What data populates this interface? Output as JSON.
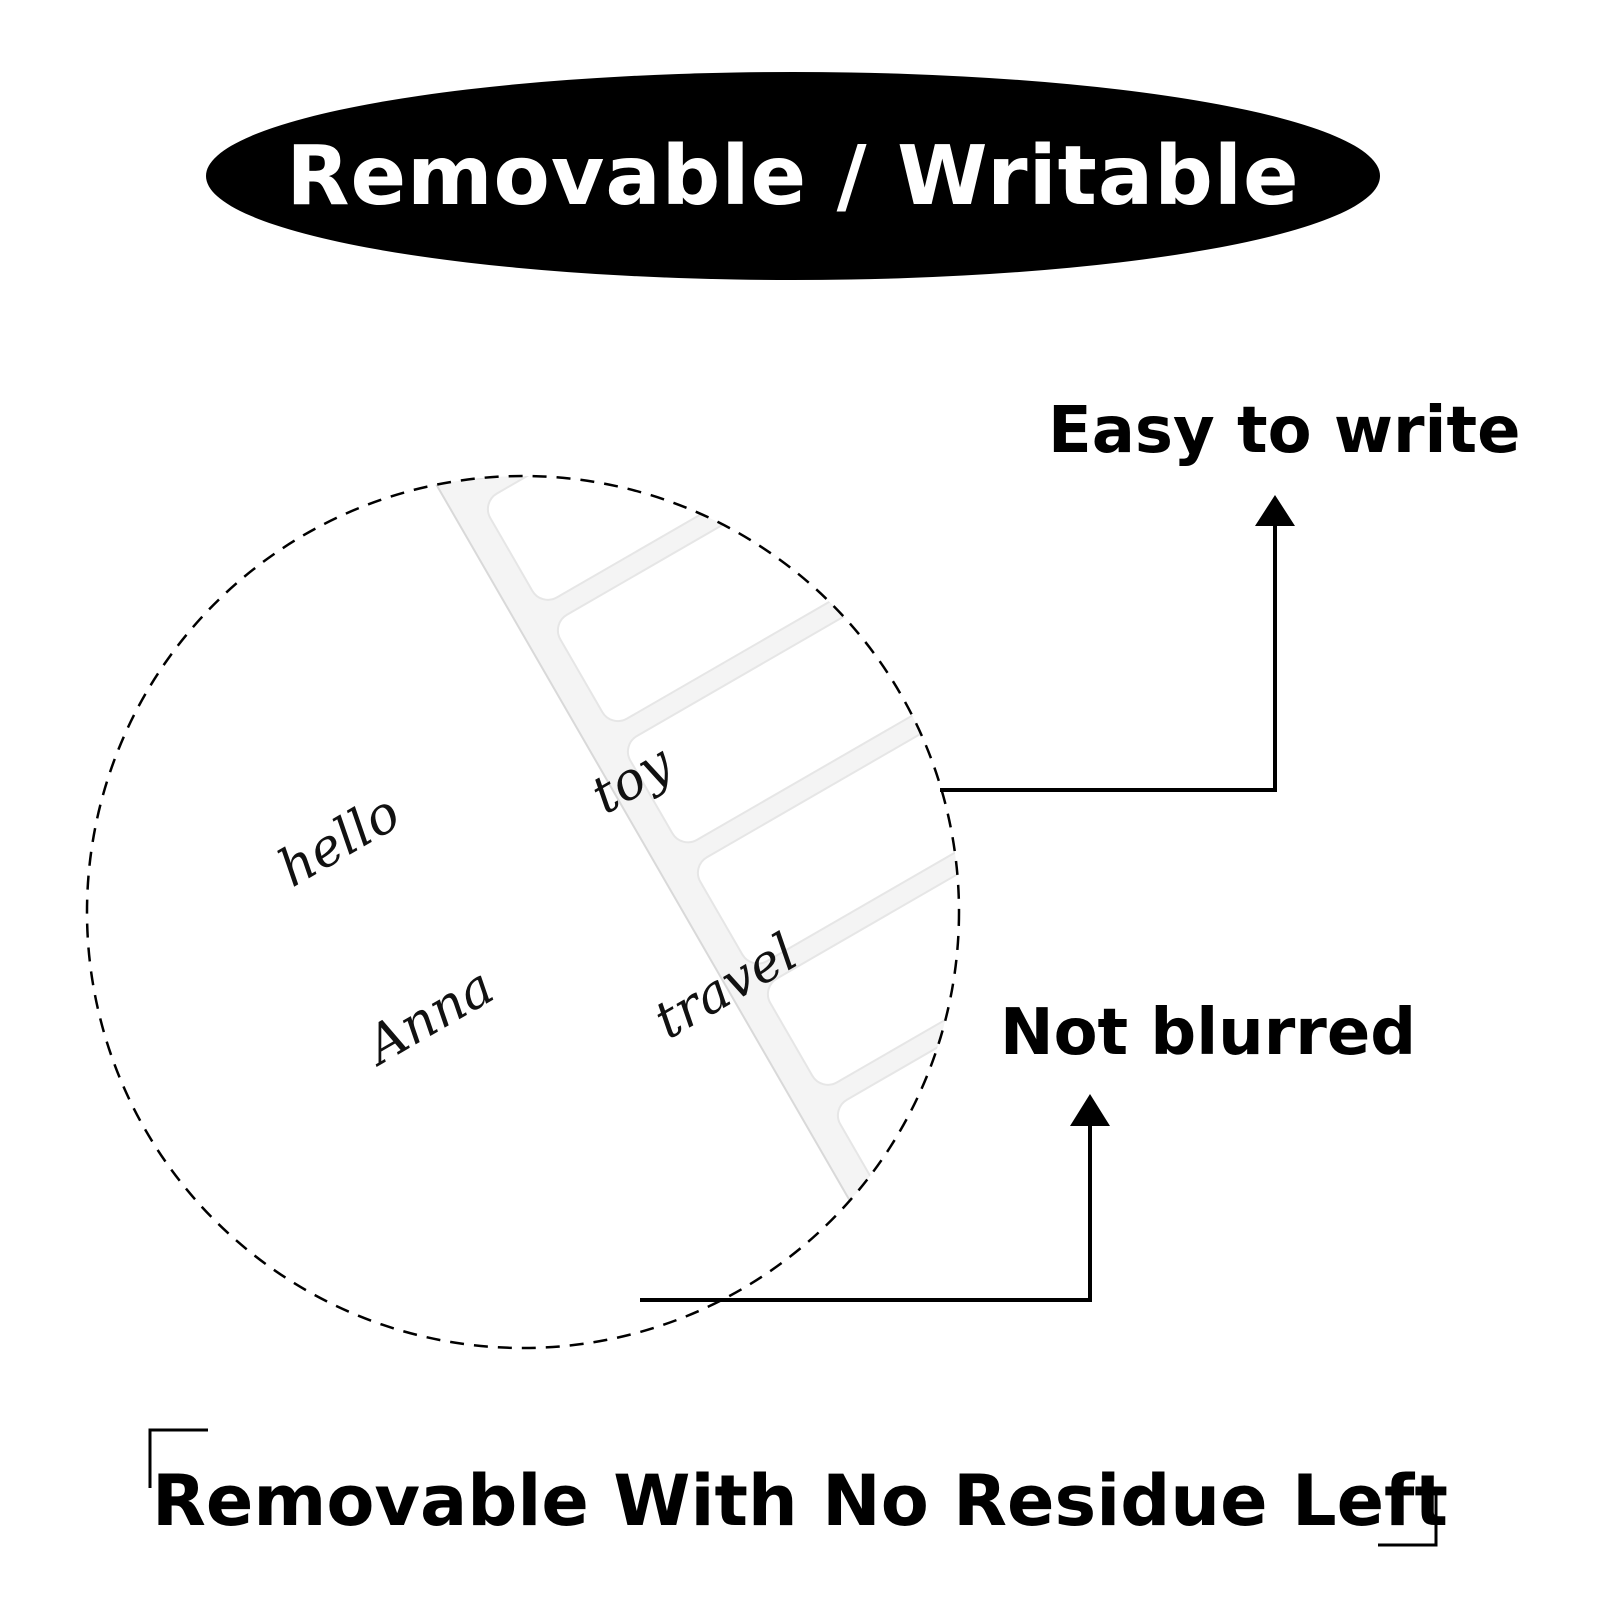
{
  "banner": {
    "title": "Removable / Writable"
  },
  "callouts": {
    "easy_to_write": "Easy to write",
    "not_blurred": "Not blurred"
  },
  "labels": {
    "hello": "hello",
    "toy": "toy",
    "anna": "Anna",
    "travel": "travel"
  },
  "footer": {
    "text": "Removable With No Residue Left"
  },
  "colors": {
    "banner_bg": "#000000",
    "banner_text": "#ffffff",
    "accent": "#000000"
  },
  "icons": [
    "arrow-up-icon",
    "arrow-up-icon",
    "corner-bracket-icon"
  ]
}
